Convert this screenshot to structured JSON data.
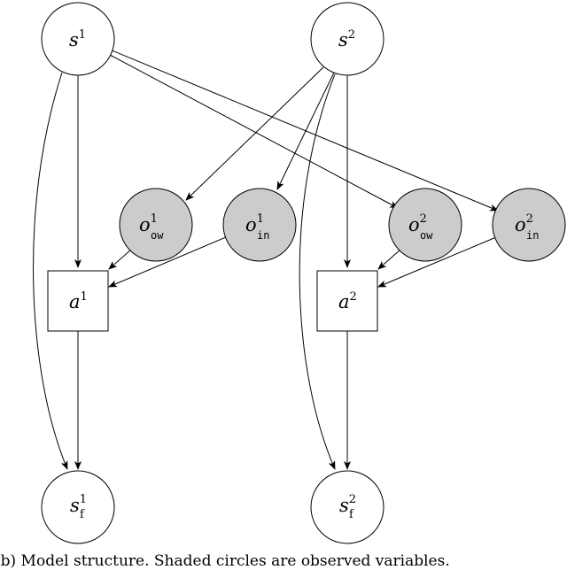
{
  "colors": {
    "observed_fill": "#cccccc",
    "latent_fill": "#ffffff",
    "stroke": "#000000"
  },
  "nodes": {
    "s1": {
      "base": "s",
      "sup": "1"
    },
    "s2": {
      "base": "s",
      "sup": "2"
    },
    "o_ow1": {
      "base": "o",
      "sup": "1",
      "sub": "ow"
    },
    "o_in1": {
      "base": "o",
      "sup": "1",
      "sub": "in"
    },
    "o_ow2": {
      "base": "o",
      "sup": "2",
      "sub": "ow"
    },
    "o_in2": {
      "base": "o",
      "sup": "2",
      "sub": "in"
    },
    "a1": {
      "base": "a",
      "sup": "1"
    },
    "a2": {
      "base": "a",
      "sup": "2"
    },
    "sf1": {
      "base": "s",
      "sup": "1",
      "sub": "f"
    },
    "sf2": {
      "base": "s",
      "sup": "2",
      "sub": "f"
    }
  },
  "caption": "(b) Model structure. Shaded circles are observed variables."
}
